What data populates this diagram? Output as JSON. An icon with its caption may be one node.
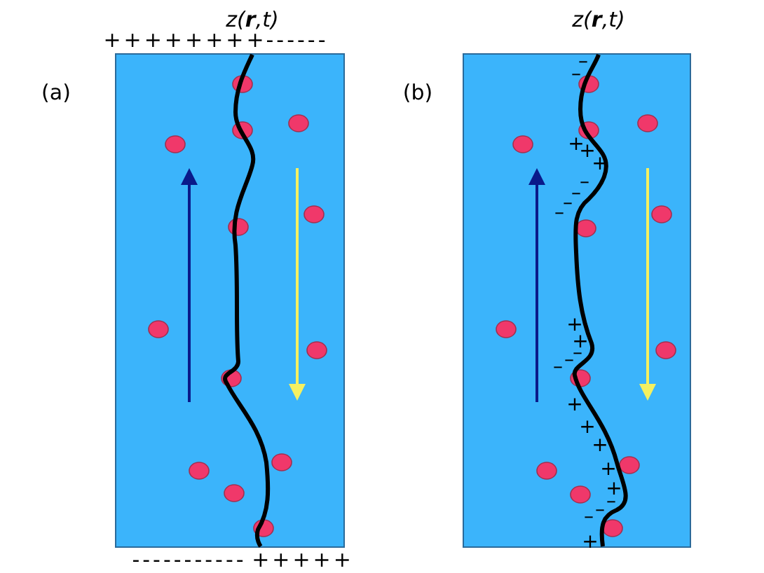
{
  "diagram": {
    "labels": [
      "z(**r**,t)",
      "z(**r**,t)",
      "++++++++",
      "------",
      "(a)",
      "(b)",
      "–",
      "–",
      "+",
      "+",
      "+",
      "–",
      "–",
      "–",
      "–",
      "+",
      "+",
      "–",
      "–",
      "–",
      "+",
      "+",
      "+",
      "+",
      "+",
      "–",
      "–",
      "–",
      "+",
      "-----------",
      "+++++"
    ]
  }
}
